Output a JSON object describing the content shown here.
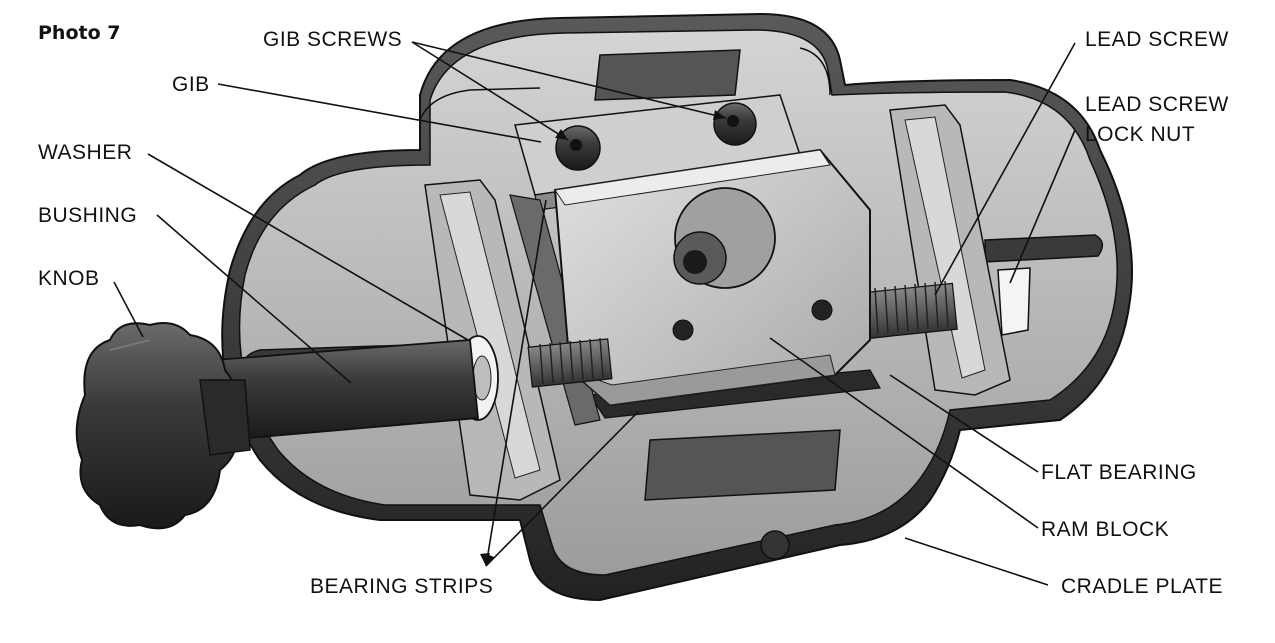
{
  "figure": {
    "title": "Photo 7"
  },
  "labels": {
    "gib_screws": "GIB SCREWS",
    "gib": "GIB",
    "washer": "WASHER",
    "bushing": "BUSHING",
    "knob": "KNOB",
    "lead_screw": "LEAD SCREW",
    "lead_screw_lock_nut_line1": "LEAD SCREW",
    "lead_screw_lock_nut_line2": "LOCK NUT",
    "flat_bearing": "FLAT BEARING",
    "ram_block": "RAM BLOCK",
    "cradle_plate": "CRADLE PLATE",
    "bearing_strips": "BEARING STRIPS"
  },
  "colors": {
    "metal_light": "#c9c9c9",
    "metal_mid": "#9a9a9a",
    "metal_dark": "#4a4a4a",
    "knob": "#2b2b2b",
    "outline": "#111111",
    "leader": "#111111"
  }
}
